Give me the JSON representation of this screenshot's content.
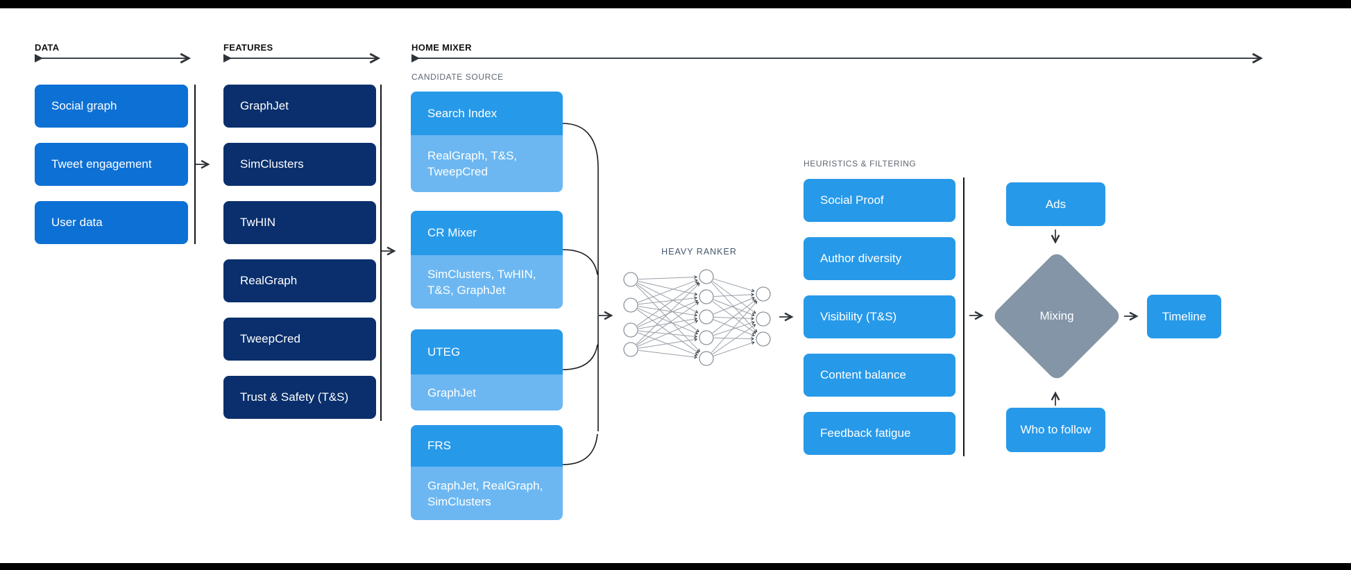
{
  "palette": {
    "medium_blue": "#0d70d4",
    "navy": "#0a2f6c",
    "bright_blue": "#2799e9",
    "light_blue": "#6cb7f1",
    "diamond_gray": "#8495a7",
    "label_gray": "#5c6670",
    "ranker_label": "#44566b",
    "line_dark": "#17191c",
    "letterbox": "#000000"
  },
  "data_column": {
    "header": "DATA",
    "boxes": [
      "Social graph",
      "Tweet engagement",
      "User data"
    ]
  },
  "features_column": {
    "header": "FEATURES",
    "boxes": [
      "GraphJet",
      "SimClusters",
      "TwHIN",
      "RealGraph",
      "TweepCred",
      "Trust & Safety (T&S)"
    ]
  },
  "home_mixer": {
    "header": "HOME MIXER",
    "candidate_source": {
      "label": "CANDIDATE SOURCE",
      "boxes": [
        {
          "title": "Search Index",
          "sources": "RealGraph, T&S, TweepCred"
        },
        {
          "title": "CR Mixer",
          "sources": "SimClusters, TwHIN, T&S, GraphJet"
        },
        {
          "title": "UTEG",
          "sources": "GraphJet"
        },
        {
          "title": "FRS",
          "sources": "GraphJet, RealGraph, SimClusters"
        }
      ]
    },
    "heavy_ranker": {
      "label": "HEAVY RANKER"
    },
    "heuristics": {
      "label": "HEURISTICS & FILTERING",
      "boxes": [
        "Social Proof",
        "Author diversity",
        "Visibility (T&S)",
        "Content balance",
        "Feedback fatigue"
      ]
    },
    "mixing": {
      "ads": "Ads",
      "mixing": "Mixing",
      "who_to_follow": "Who to follow",
      "timeline": "Timeline"
    }
  }
}
